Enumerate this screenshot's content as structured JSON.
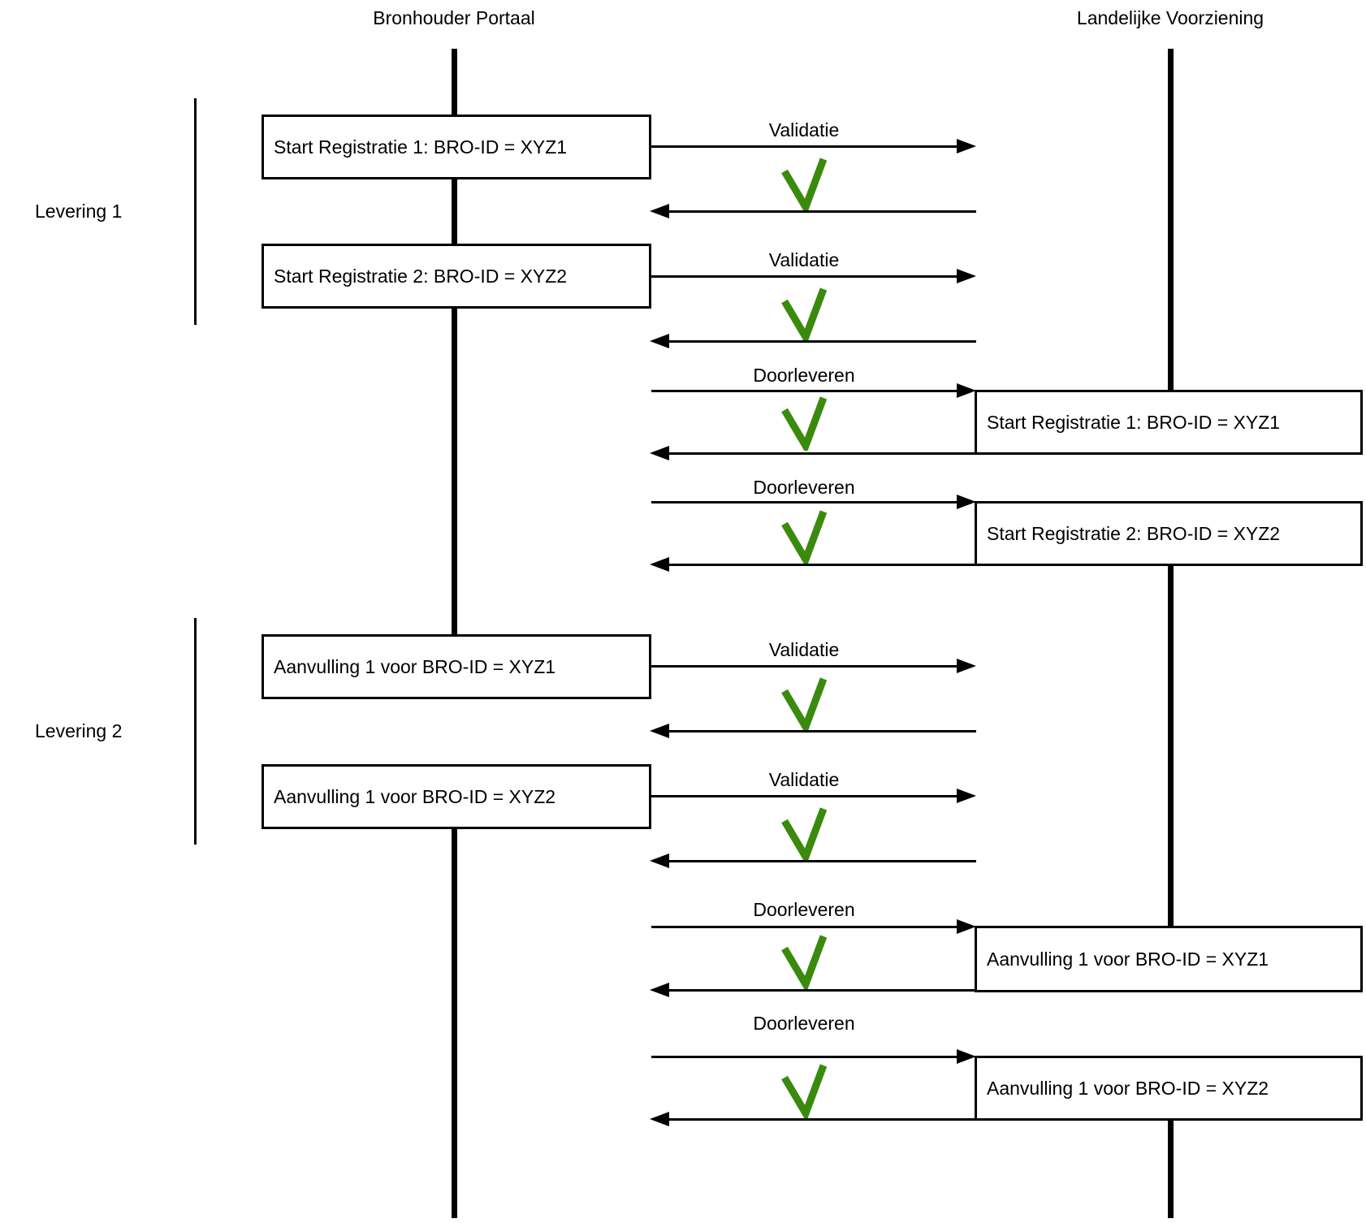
{
  "diagram": {
    "actors": [
      {
        "title": "Bronhouder Portaal"
      },
      {
        "title": "Landelijke Voorziening"
      }
    ],
    "phases": [
      {
        "label": "Levering 1"
      },
      {
        "label": "Levering 2"
      }
    ],
    "colors": {
      "line": "#000000",
      "check_green": "#3a8a0e",
      "box_fill": "#ffffff"
    },
    "messages": [
      {
        "label": "Validatie",
        "left_box": "Start Registratie 1: BRO-ID = XYZ1",
        "result_icon": "green-check"
      },
      {
        "label": "Validatie",
        "left_box": "Start Registratie 2: BRO-ID = XYZ2",
        "result_icon": "green-check"
      },
      {
        "label": "Doorleveren",
        "right_box": "Start Registratie 1: BRO-ID = XYZ1",
        "result_icon": "green-check"
      },
      {
        "label": "Doorleveren",
        "right_box": "Start Registratie 2: BRO-ID = XYZ2",
        "result_icon": "green-check"
      },
      {
        "label": "Validatie",
        "left_box": "Aanvulling 1 voor BRO-ID = XYZ1",
        "result_icon": "green-check"
      },
      {
        "label": "Validatie",
        "left_box": "Aanvulling 1 voor BRO-ID = XYZ2",
        "result_icon": "green-check"
      },
      {
        "label": "Doorleveren",
        "right_box": "Aanvulling 1 voor BRO-ID = XYZ1",
        "result_icon": "green-check"
      },
      {
        "label": "Doorleveren",
        "right_box": "Aanvulling 1 voor BRO-ID = XYZ2",
        "result_icon": "green-check"
      }
    ]
  }
}
